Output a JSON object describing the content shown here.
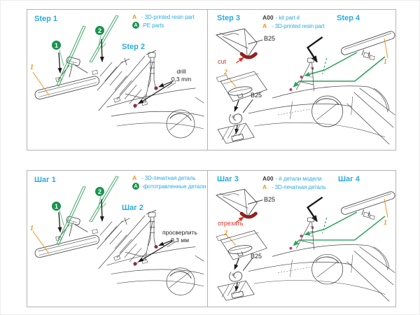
{
  "colors": {
    "step_blue": "#29abe2",
    "resin_orange": "#f3921e",
    "pe_badge_green": "#18944d",
    "pe_part_green": "#4fae72",
    "route_green": "#2ba05c",
    "cut_red": "#e03127",
    "cut_part_dark_red": "#8f2320",
    "drill_dot_maroon": "#8b2c4f",
    "mount_dot_pink": "#c04070",
    "line_art_gray": "#4a4a4a"
  },
  "panels": [
    {
      "step_left": "Step 1",
      "step_right": "Step 2",
      "legend_row1_marker": "A",
      "legend_row1_text": "- 3D-printed resin part",
      "legend_row2_marker": "A",
      "legend_row2_text": "-PE parts",
      "callout_pe_1": "1",
      "callout_pe_2": "2",
      "callout_resin_1": "1",
      "note_line1": "drill",
      "note_line2": "0,3 mm"
    },
    {
      "step_left": "Step 3",
      "step_right": "Step 4",
      "legend_row1_marker": "A00",
      "legend_row1_text": "- kit part #",
      "legend_row2_marker": "A",
      "legend_row2_text": "- 3D-printed resin part",
      "cut_label": "cut",
      "part_label_top": "B25",
      "part_label_mid": "B25",
      "callout_resin_2": "2",
      "callout_resin_1": "1"
    },
    {
      "step_left": "Шаг 1",
      "step_right": "Шаг 2",
      "legend_row1_marker": "A",
      "legend_row1_text": "- 3D-печатная деталь",
      "legend_row2_marker": "A",
      "legend_row2_text": "-фототравленные детали",
      "callout_pe_1": "1",
      "callout_pe_2": "2",
      "callout_resin_1": "1",
      "note_line1": "просверлить",
      "note_line2": "0,3 мм"
    },
    {
      "step_left": "Шаг 3",
      "step_right": "Шаг 4",
      "legend_row1_marker": "A00",
      "legend_row1_text": "- # детали модели",
      "legend_row2_marker": "A",
      "legend_row2_text": "- 3D-печатная деталь",
      "cut_label": "отрезать",
      "part_label_top": "B25",
      "part_label_mid": "B25",
      "callout_resin_2": "2",
      "callout_resin_1": "1"
    }
  ]
}
